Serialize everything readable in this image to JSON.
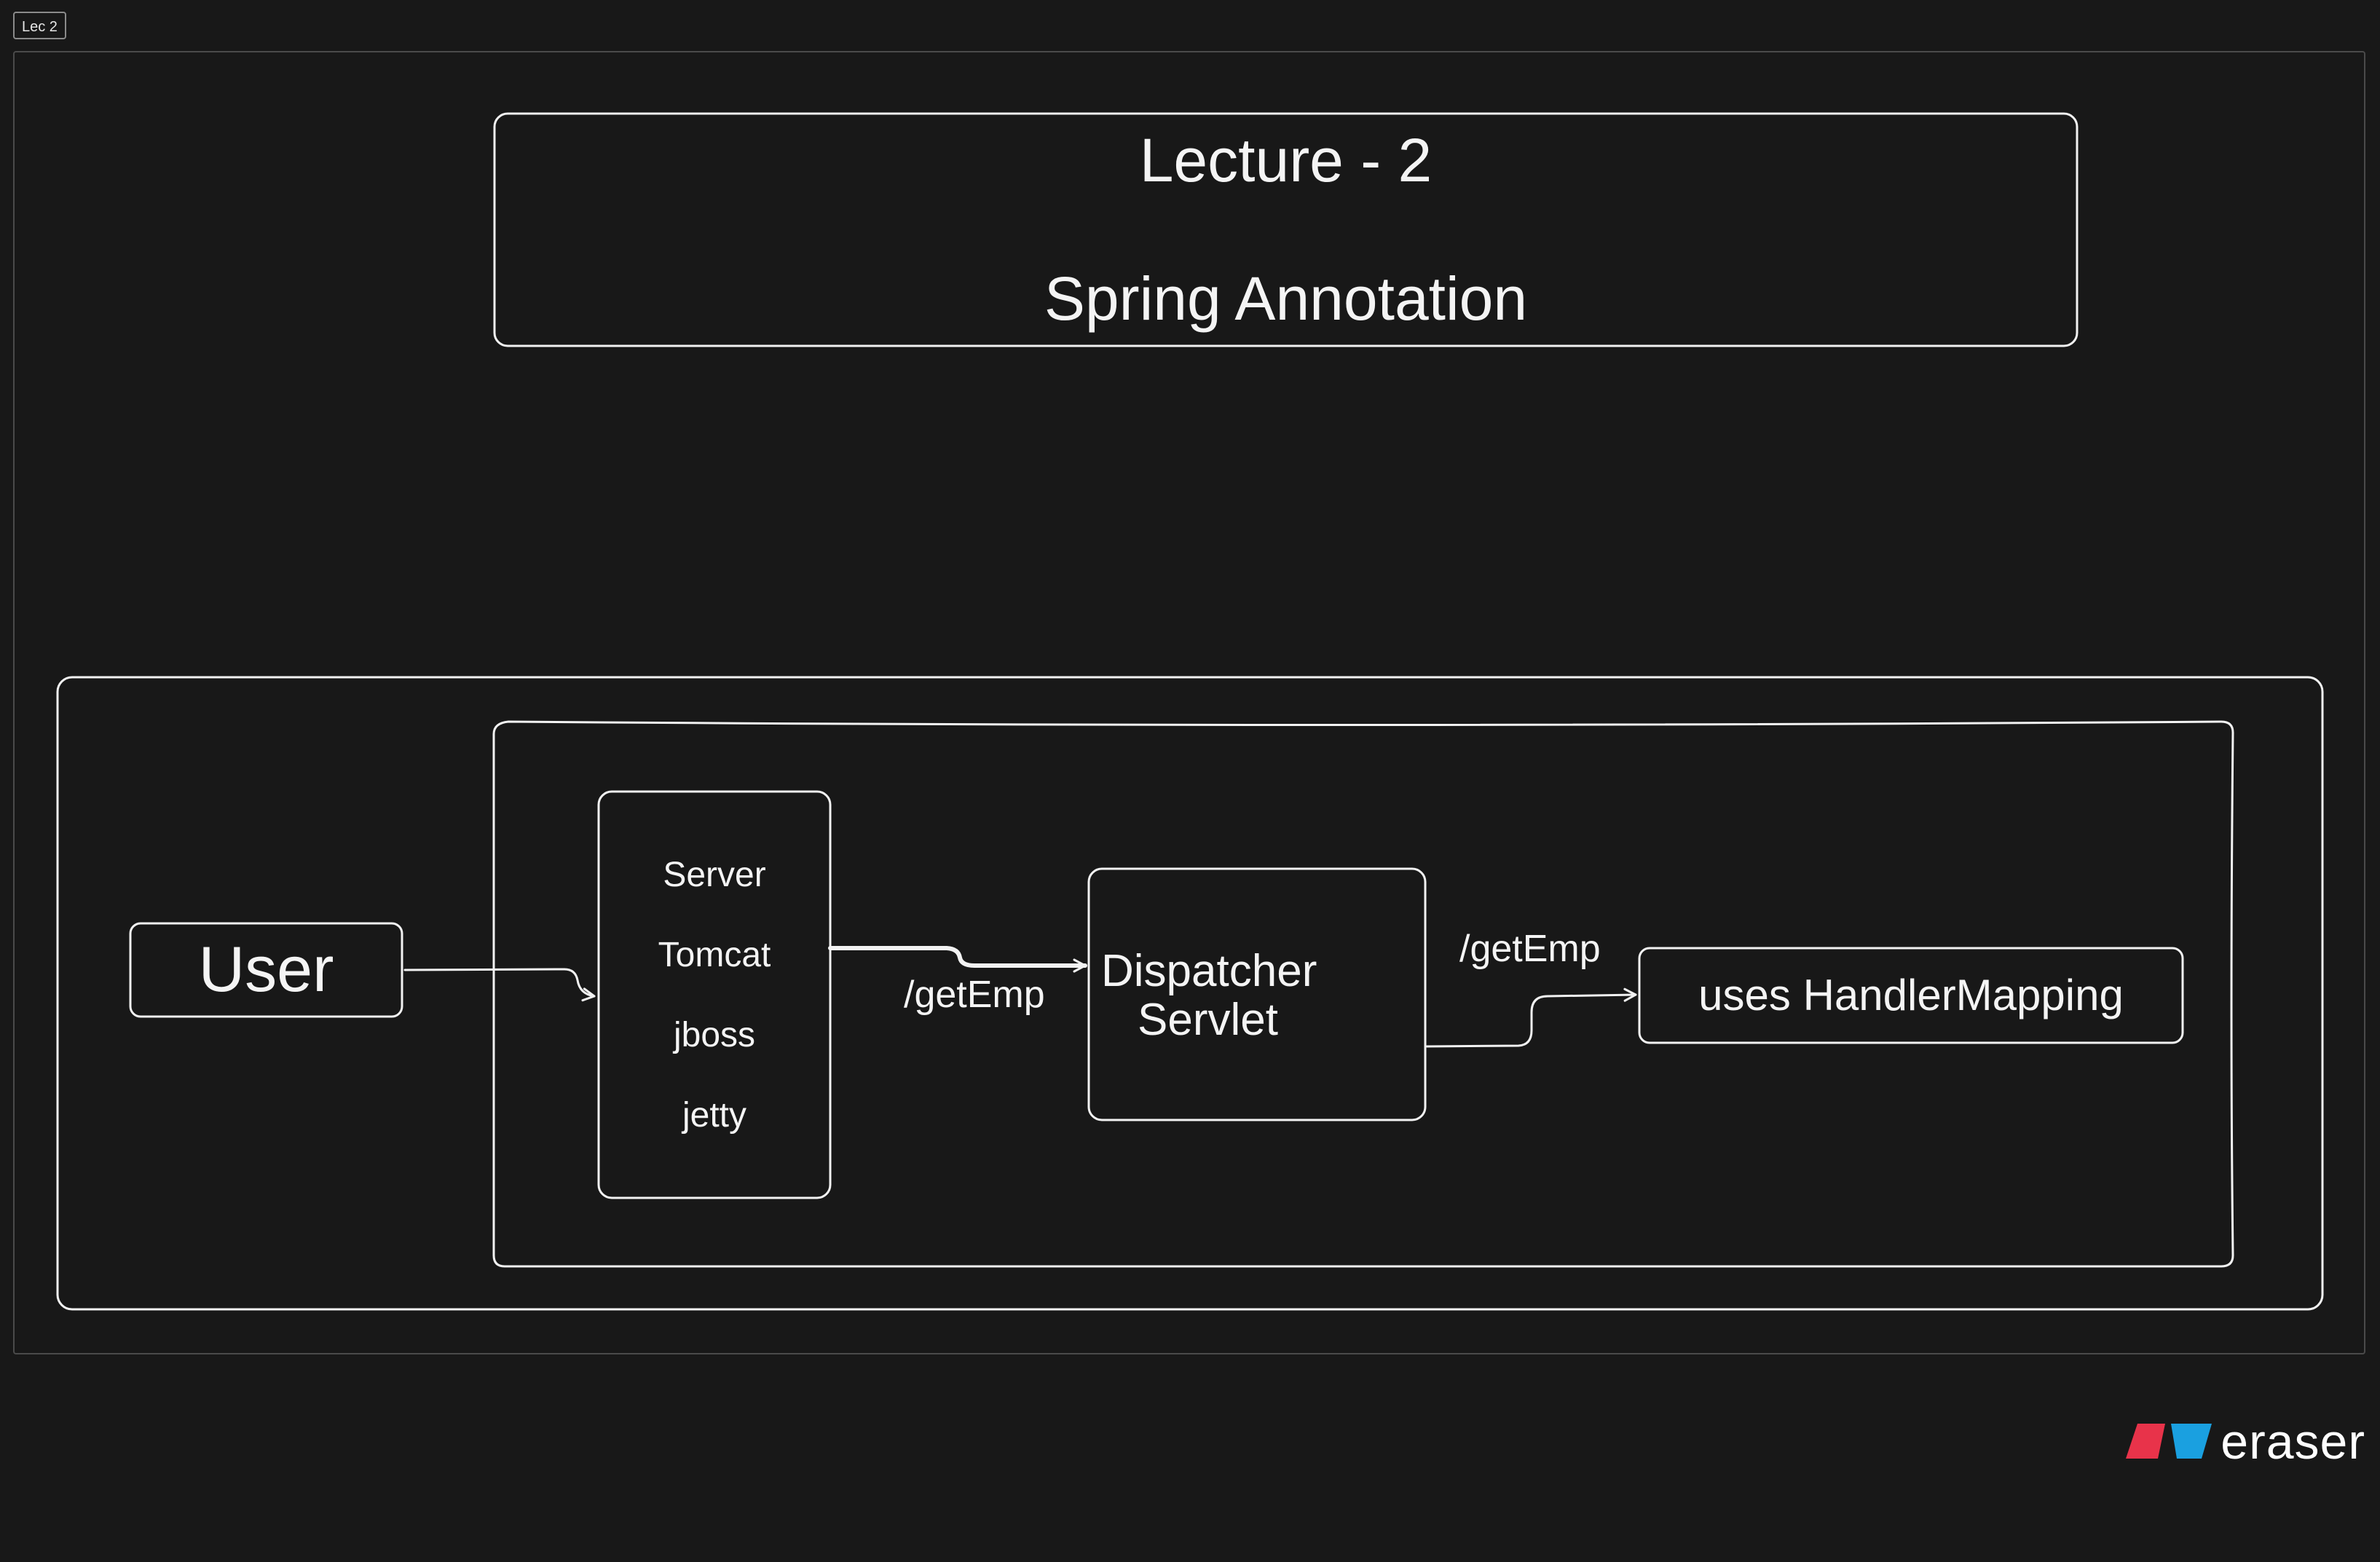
{
  "frame": {
    "tag": "Lec 2"
  },
  "title_box": {
    "line1": "Lecture - 2",
    "line2": "Spring Annotation"
  },
  "nodes": {
    "user": "User",
    "server": [
      "Server",
      "Tomcat",
      "jboss",
      "jetty"
    ],
    "dispatcher": [
      "Dispatcher",
      "Servlet"
    ],
    "handler": "uses HandlerMapping"
  },
  "edges": {
    "server_to_dispatcher": "/getEmp",
    "dispatcher_to_handler": "/getEmp"
  },
  "brand": {
    "name": "eraser",
    "colors": {
      "red": "#e8334a",
      "blue": "#1aa0e0"
    }
  },
  "colors": {
    "background": "#181818",
    "stroke": "#f2f2f2"
  }
}
